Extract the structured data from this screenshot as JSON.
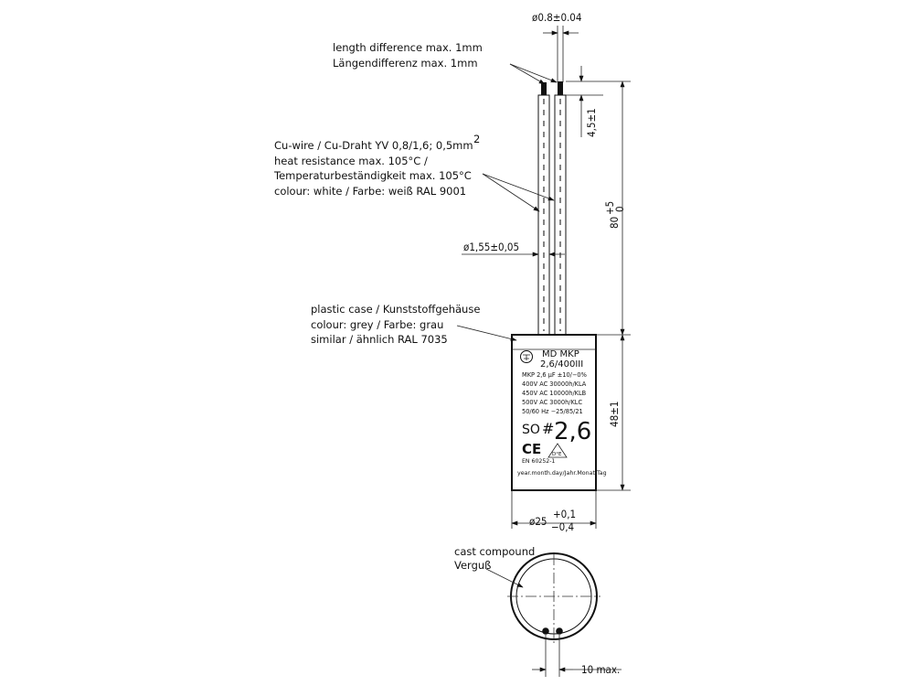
{
  "annotations": {
    "length_diff_en": "length difference max. 1mm",
    "length_diff_de": "Längendifferenz max. 1mm",
    "wire_line1": "Cu-wire / Cu-Draht YV 0,8/1,6; 0,5mm",
    "wire_line1_sup": "2",
    "wire_line2": "heat resistance max. 105°C /",
    "wire_line3": "Temperaturbeständigkeit max. 105°C",
    "wire_line4": "colour: white / Farbe: weiß RAL 9001",
    "case_line1": "plastic case / Kunststoffgehäuse",
    "case_line2": "colour: grey / Farbe: grau",
    "case_line3": "similar / ähnlich RAL 7035",
    "compound_line1": "cast compound",
    "compound_line2": "Verguß"
  },
  "dimensions": {
    "wire_diameter": "ø0.8±0.04",
    "insulation_diameter": "ø1,55±0,05",
    "strip_length": "4,5±1",
    "lead_length_base": "80",
    "lead_length_tol_upper": "+5",
    "lead_length_tol_lower": "0",
    "body_height": "48±1",
    "body_diameter_base": "ø25",
    "body_diameter_tol_upper": "+0,1",
    "body_diameter_tol_lower": "−0,4",
    "lead_spacing": "10 max."
  },
  "label": {
    "brand_line1": "MD MKP",
    "brand_line2": "2,6/400III",
    "spec1": "MKP 2,6 µF ±10/−0%",
    "spec2": "400V AC 30000h/KLA",
    "spec3": "450V AC 10000h/KLB",
    "spec4": "500V AC 3000h/KLC",
    "spec5": "50/60 Hz −25/85/21",
    "model_prefix": "SO",
    "model_symbol": "#",
    "model_value": "2,6",
    "ce_mark": "CE",
    "standard": "EN 60252-1",
    "approval_mark": "D°E",
    "date_line": "year.month.day/Jahr.Monat.Tag"
  }
}
